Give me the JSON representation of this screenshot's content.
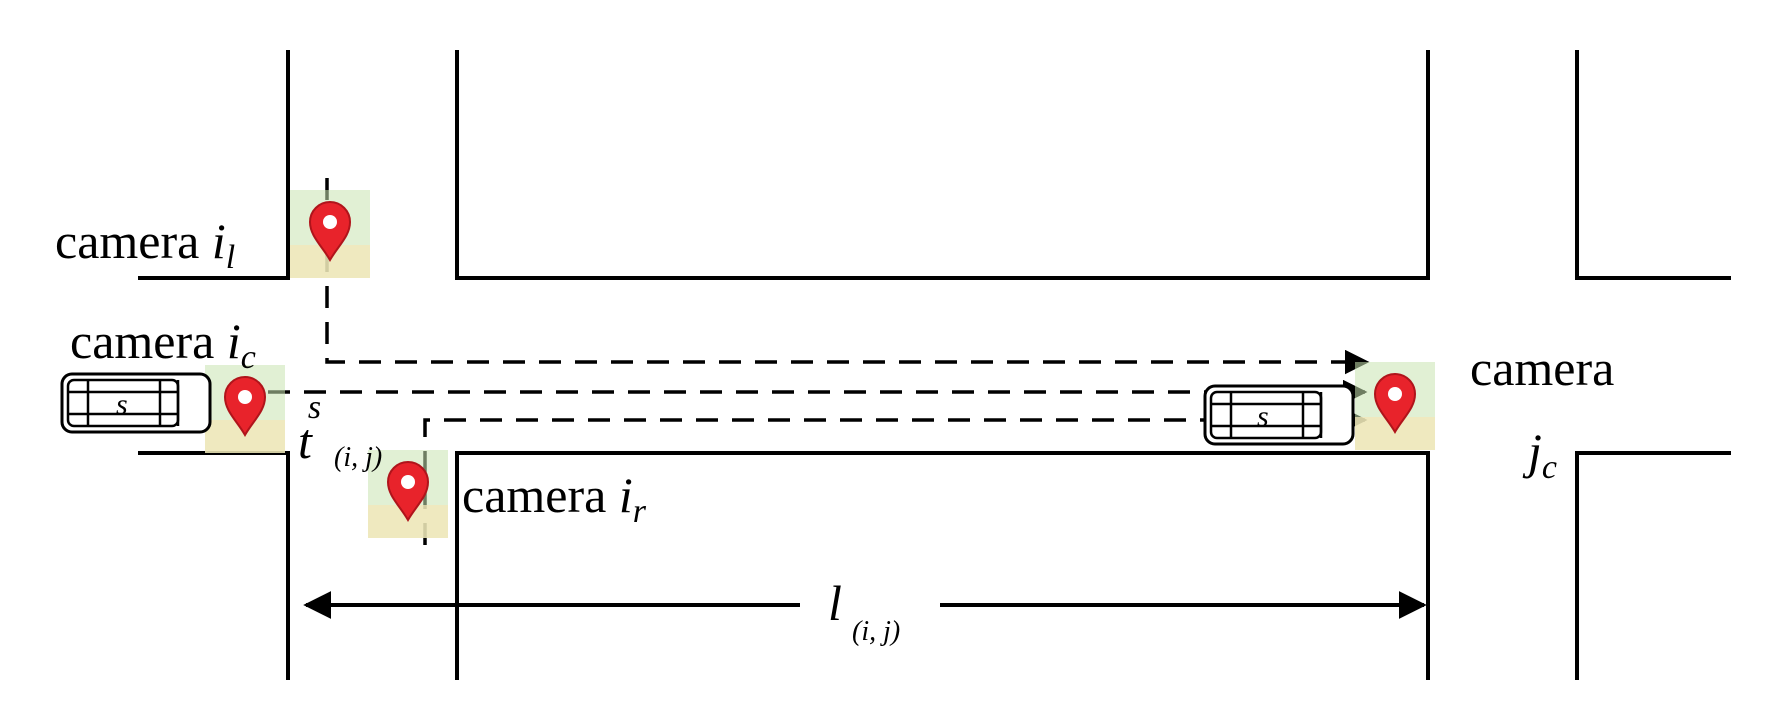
{
  "labels": {
    "camera_il_text": "camera ",
    "camera_il_var": "i",
    "camera_il_sub": "l",
    "camera_ic_text": "camera ",
    "camera_ic_var": "i",
    "camera_ic_sub": "c",
    "camera_ir_text": "camera ",
    "camera_ir_var": "i",
    "camera_ir_sub": "r",
    "camera_jc_text": "camera",
    "camera_jc_var": "j",
    "camera_jc_sub": "c",
    "travel_time_var": "t",
    "travel_time_sup": "s",
    "travel_time_sub": "(i, j)",
    "distance_var": "l",
    "distance_sub": "(i, j)"
  },
  "vehicles": {
    "source_car_label": "s",
    "dest_car_label": "s"
  },
  "colors": {
    "pin_red": "#e8232b",
    "pin_dark_red": "#b0141b",
    "map_green": "#c8e3b0",
    "map_yellow": "#f3e7b8",
    "map_blue": "#b9d3ea"
  },
  "icons": {
    "camera_marker": "map-pin-icon",
    "vehicle": "car-icon"
  }
}
